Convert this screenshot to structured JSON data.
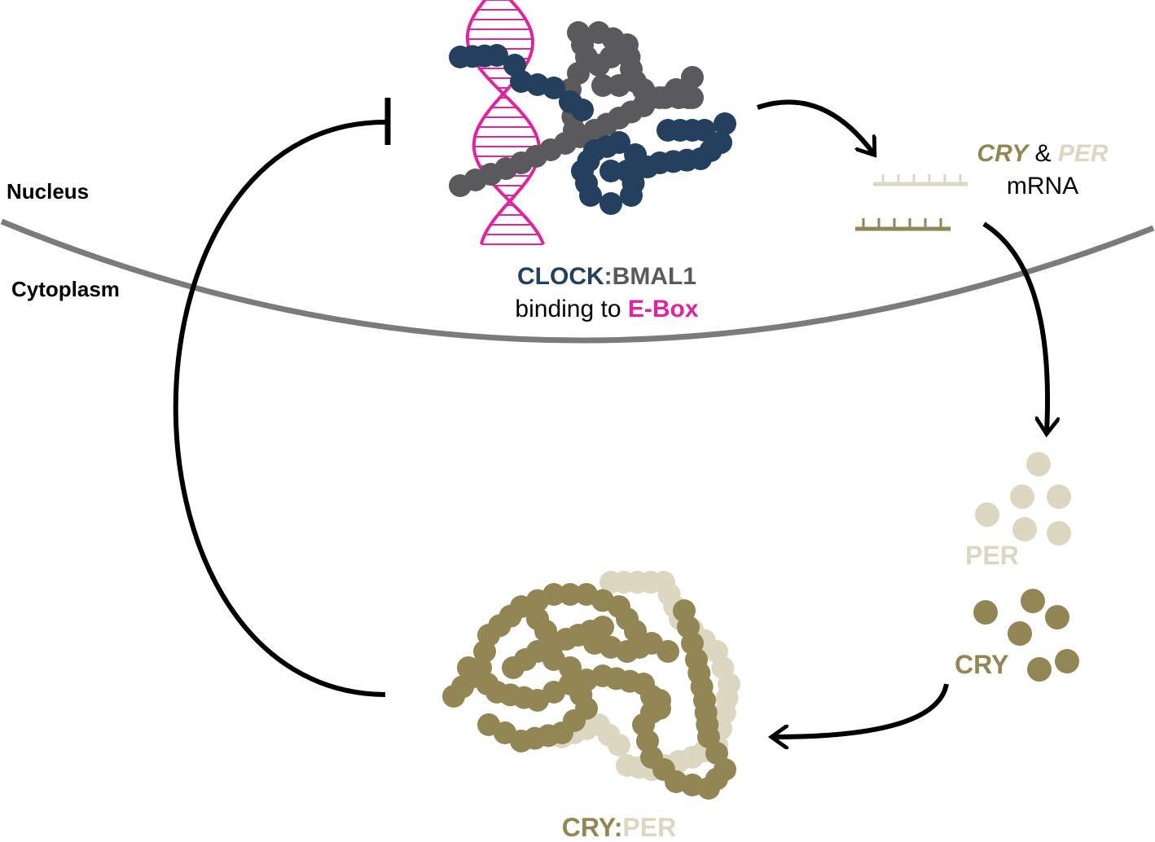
{
  "colors": {
    "clock": "#253f5f",
    "bmal1": "#5a5a5c",
    "ebox": "#e0249f",
    "cry": "#918654",
    "per": "#dcd7c0",
    "membrane": "#7b7b7b",
    "arrow": "#000000"
  },
  "compartments": {
    "nucleus": "Nucleus",
    "cytoplasm": "Cytoplasm"
  },
  "complex": {
    "clock": "CLOCK",
    "separator": ":",
    "bmal1": "BMAL1",
    "binding_prefix": "binding to ",
    "ebox": "E-Box"
  },
  "mrna": {
    "cry": "CRY",
    "amp": " & ",
    "per": "PER",
    "label": "mRNA"
  },
  "proteins": {
    "per": "PER",
    "cry": "CRY"
  },
  "dimer": {
    "cry": "CRY",
    "separator": ":",
    "per": "PER"
  }
}
